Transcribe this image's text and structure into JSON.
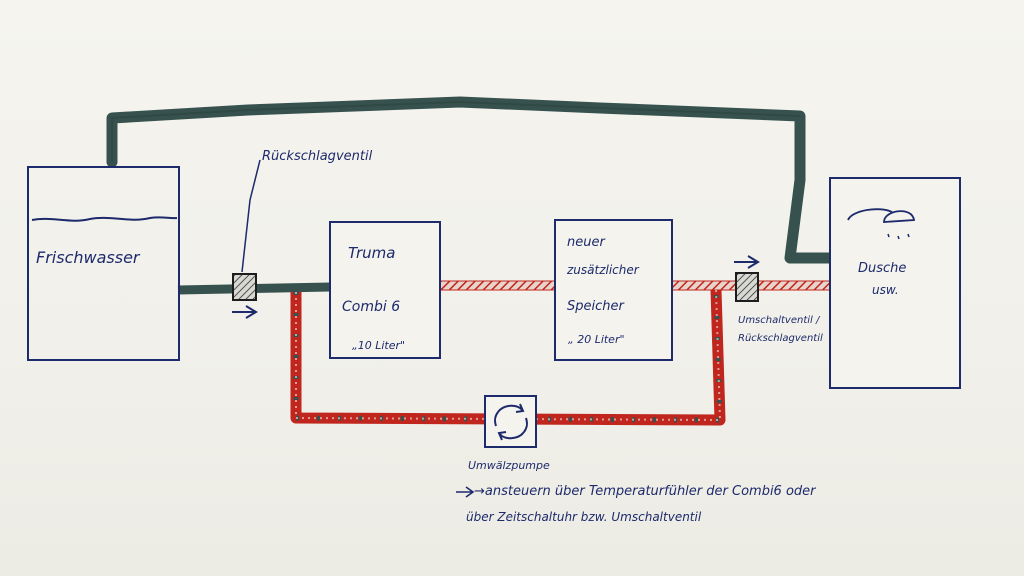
{
  "tank": {
    "label": "Frischwasser"
  },
  "check_valve_1": {
    "label": "Rückschlagventil"
  },
  "truma": {
    "line1": "Truma",
    "line2": "Combi 6",
    "line3": "„10 Liter\""
  },
  "storage": {
    "line1": "neuer",
    "line2": "zusätzlicher",
    "line3": "Speicher",
    "line4": "„ 20 Liter\""
  },
  "valve_2": {
    "label1": "Umschaltventil /",
    "label2": "Rückschlagventil"
  },
  "shower": {
    "line1": "Dusche",
    "line2": "usw."
  },
  "pump": {
    "label": "Umwälzpumpe"
  },
  "note": {
    "line1": "→ansteuern über Temperaturfühler der Combi6 oder",
    "line2": "über Zeitschaltuhr bzw. Umschaltventil"
  },
  "colors": {
    "ink": "#1d2a6b",
    "cold_pipe": "#37524e",
    "hot_hatch": "#c0261d"
  }
}
